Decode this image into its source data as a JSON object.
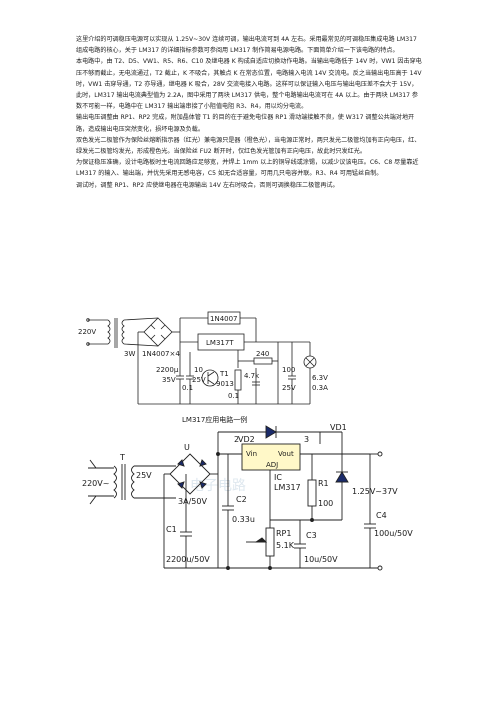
{
  "paragraphs": [
    "这里介绍的可调稳压电源可以实现从 1.25V~30V 连续可调，输出电流可到 4A 左右。采用最常见的可调稳压集成电路 LM317 组成电路的核心，关于 LM317 的详细指标参数可参阅用 LM317 制作简易电源电路。下面简单介绍一下该电路的特点。",
    "本电路中，由 T2、D5、VW1、R5、R6、C10 及继电器 K 构成自适应切换动作电路。当输出电路低于 14V 时，VW1 因击穿电压不够而截止，无电流通过，T2 截止，K 不吸合，其触点 K 在常态位置，电路输入电流 14V 交流电。反之当输出电压高于 14V 时，VW1 击穿导通，T2 亦导通，继电器 K 吸合，28V 交流电接入电路。这样可以保证输入电压与输出电压差不会大于 15V，此时，LM317 输出电流典型值为 2.2A，图中采用了两块 LM317 供电，整个电路输出电流可在 4A 以上。由于两块 LM317 参数不可能一样，电路中在 LM317 输出端串接了小阻值电阻 R3、R4，用以均分电流。",
    "输出电压调整由 RP1、RP2 完成，附加晶体管 T1 的目的在于避免电位器 RP1 滑动端接触不良，使 W317 调整公共端对地开路，造成输出电压突然变化，损坏电源及负载。",
    "双色发光二极管作为保险丝熔断指示器（红光）兼电源只是器（橙色光），当电源正常时，两只发光二极管均加有正向电压，红、绿发光二极管均发光，形成橙色光。当保险丝 FU2 断开时，仅红色发光管加有正向电压，故此时只发红光。",
    "为保证稳压准确，设计电路板时主电流回路应足够宽，并焊上 1mm 以上的铜导线或涂锡，以减少议该电压。C6、C8 尽量靠近 LM317 的输入、输出端，并优先采用无感电容，C5 如无合适容量，可用几只电容并联。R3、R4 可用锰丝自制。",
    "调试时，调整 RP1、RP2 应使继电器在电源输出 14V 左右时吸合，否则可调换稳压二极管再试。"
  ],
  "figure1": {
    "caption": "LM317应用电路一例",
    "labels": {
      "v220": "220V",
      "v3w": "3W",
      "diode_top": "1N4007",
      "ic": "LM317T",
      "bridge": "1N4007×4",
      "c1": "2200μ",
      "c1v": "35V",
      "c2": "0.1",
      "c3": "10",
      "c3v": "25V",
      "t1": "T1",
      "t1m": "9013",
      "c4": "0.1",
      "r240": "240",
      "rp": "4.7k",
      "c5": "100",
      "c5v": "25V",
      "lamp_v": "6.3V",
      "lamp_a": "0.3A"
    }
  },
  "figure2": {
    "labels": {
      "vd2": "VD2",
      "vd1": "VD1",
      "vin": "Vin",
      "vout": "Vout",
      "adj": "ADJ",
      "ic": "IC",
      "ic_model": "LM317",
      "node2": "2",
      "node3": "3",
      "t": "T",
      "u": "U",
      "v25": "25V",
      "v220": "220V~",
      "bridge": "3A/50V",
      "c2": "C2",
      "c2v": "0.33u",
      "c1": "C1",
      "c1v": "2200u/50V",
      "r1": "R1",
      "r1v": "100",
      "rp1": "RP1",
      "rp1v": "5.1K",
      "c3": "C3",
      "c3v": "10u/50V",
      "c4": "C4",
      "c4v": "100u/50V",
      "vrange": "1.25V~37V"
    }
  }
}
